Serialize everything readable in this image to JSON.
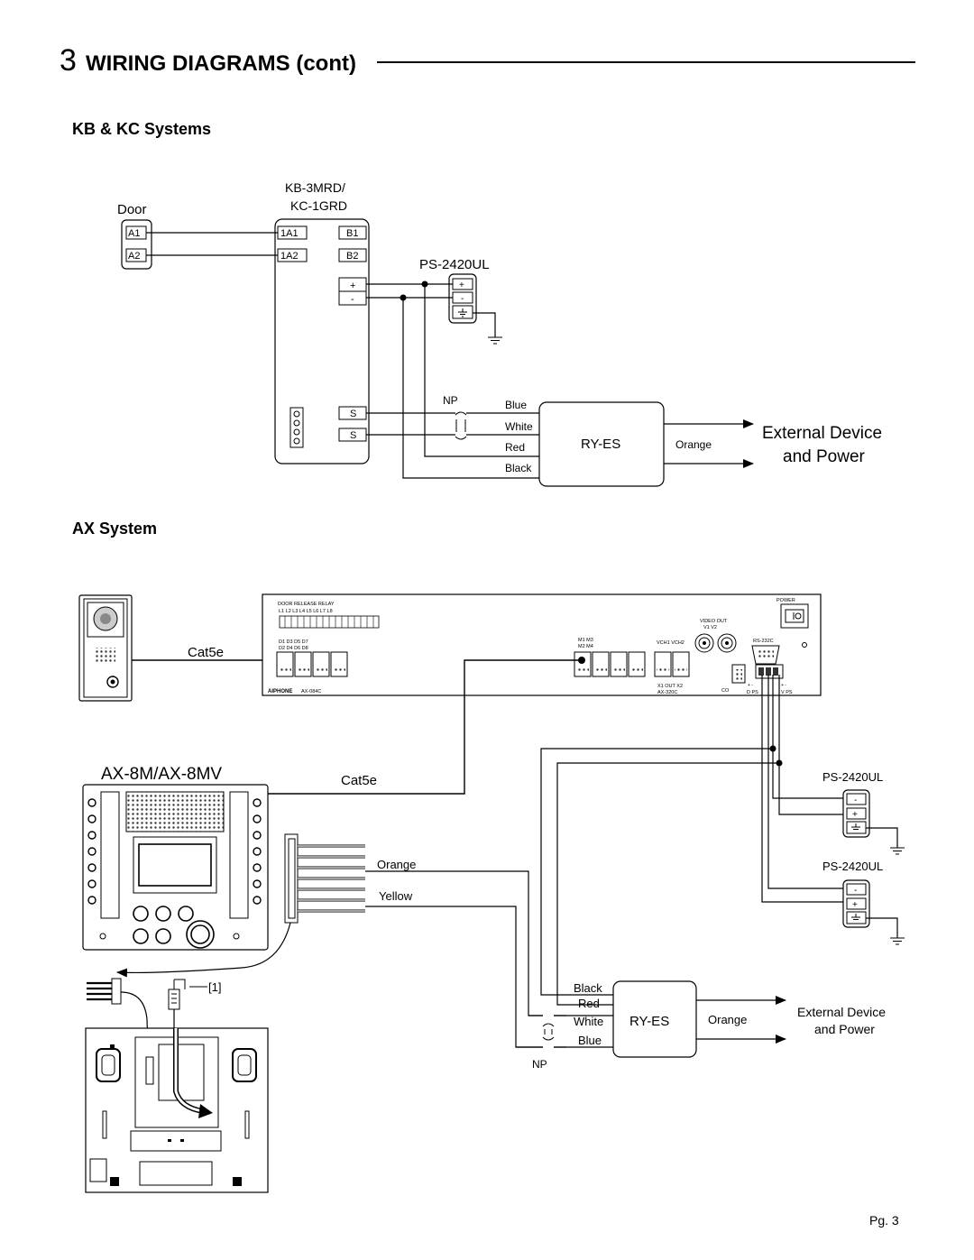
{
  "header": {
    "section_number": "3",
    "section_title": "WIRING DIAGRAMS (cont)"
  },
  "kb_kc": {
    "heading": "KB & KC Systems",
    "door_label": "Door",
    "door_terminals": [
      "A1",
      "A2"
    ],
    "master_label_line1": "KB-3MRD/",
    "master_label_line2": "KC-1GRD",
    "master_terminals_left": [
      "1A1",
      "1A2"
    ],
    "master_terminals_right": [
      "B1",
      "B2"
    ],
    "plus": "+",
    "minus": "-",
    "s_terminal": "S",
    "power_supply": "PS-2420UL",
    "np": "NP",
    "wire_colors": [
      "Blue",
      "White",
      "Red",
      "Black"
    ],
    "relay": "RY-ES",
    "orange": "Orange",
    "external_line1": "External Device",
    "external_line2": "and Power"
  },
  "ax": {
    "heading": "AX System",
    "unit_labels": {
      "door_release_relay": "DOOR RELEASE RELAY",
      "relay_ls": "L1  L2  L3  L4  L5  L6  L7  L8",
      "d_odd": "D1    D3    D5    D7",
      "d_even": "D2    D4    D6    D8",
      "brand": "AIPHONE",
      "model": "AX-084C",
      "m_odd": "M1   M3",
      "m_even": "M2   M4",
      "video_out": "VIDEO OUT",
      "v1v2": "V1     V2",
      "vch": "VCH1  VCH2",
      "rs232c": "RS-232C",
      "power": "POWER",
      "x1_out": "X1  OUT  X2",
      "ax320c": "AX-320C",
      "co": "CO",
      "dps": "D PS",
      "vps": "V PS",
      "pm": "+  -"
    },
    "cat5e": "Cat5e",
    "master_model": "AX-8M/AX-8MV",
    "power_supply": "PS-2420UL",
    "orange": "Orange",
    "yellow": "Yellow",
    "wire_colors": [
      "Black",
      "Red",
      "White",
      "Blue"
    ],
    "relay": "RY-ES",
    "np": "NP",
    "external_line1": "External Device",
    "external_line2": "and Power",
    "footnote_marker": "[1]"
  },
  "footer": {
    "page": "Pg. 3"
  }
}
